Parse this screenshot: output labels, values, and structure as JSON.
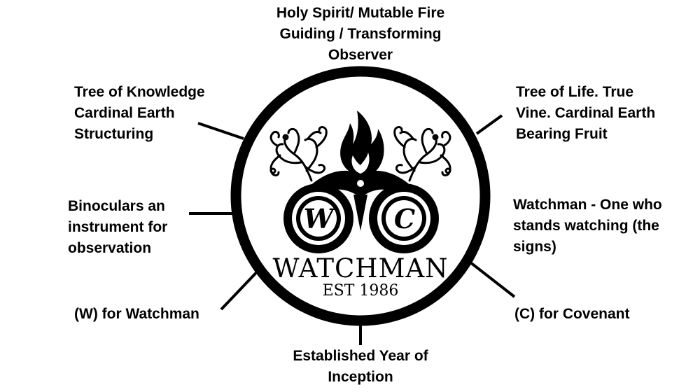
{
  "labels": {
    "top": [
      "Holy Spirit/ Mutable Fire",
      "Guiding / Transforming",
      "Observer"
    ],
    "top_left": [
      "Tree of Knowledge",
      "Cardinal Earth",
      "Structuring"
    ],
    "top_right": [
      "Tree of Life. True",
      "Vine. Cardinal Earth",
      "Bearing Fruit"
    ],
    "mid_left": [
      "Binoculars an",
      "instrument for",
      "observation"
    ],
    "mid_right": [
      "Watchman - One who",
      "stands watching (the",
      "signs)"
    ],
    "bottom_left": [
      "(W) for Watchman"
    ],
    "bottom_right": [
      "(C) for Covenant"
    ],
    "bottom": [
      "Established Year of",
      "Inception"
    ]
  },
  "logo": {
    "name": "WATCHMAN",
    "est": "EST 1986",
    "lens_left": "W",
    "lens_right": "C",
    "icons": [
      "flame-icon",
      "tree-of-knowledge-icon",
      "tree-of-life-icon",
      "binoculars-icon"
    ]
  }
}
